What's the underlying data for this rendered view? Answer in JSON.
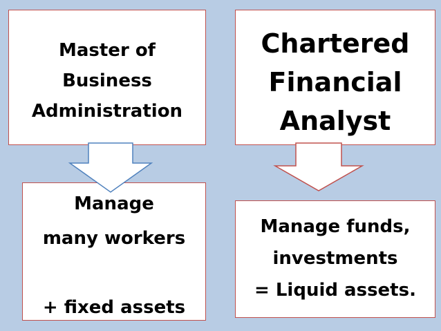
{
  "boxes": {
    "mba": {
      "lines": [
        "Master of",
        "Business",
        "Administration"
      ]
    },
    "cfa": {
      "lines": [
        "Chartered",
        "Financial",
        "Analyst"
      ]
    },
    "workers": {
      "lines": [
        "Manage",
        "many workers",
        "",
        "+ fixed assets"
      ]
    },
    "funds": {
      "lines": [
        "Manage funds,",
        "investments",
        "= Liquid assets."
      ]
    }
  },
  "colors": {
    "background": "#b8cce4",
    "box_border": "#c0504d",
    "arrow_left_stroke": "#4f81bd",
    "arrow_right_stroke": "#c0504d"
  }
}
